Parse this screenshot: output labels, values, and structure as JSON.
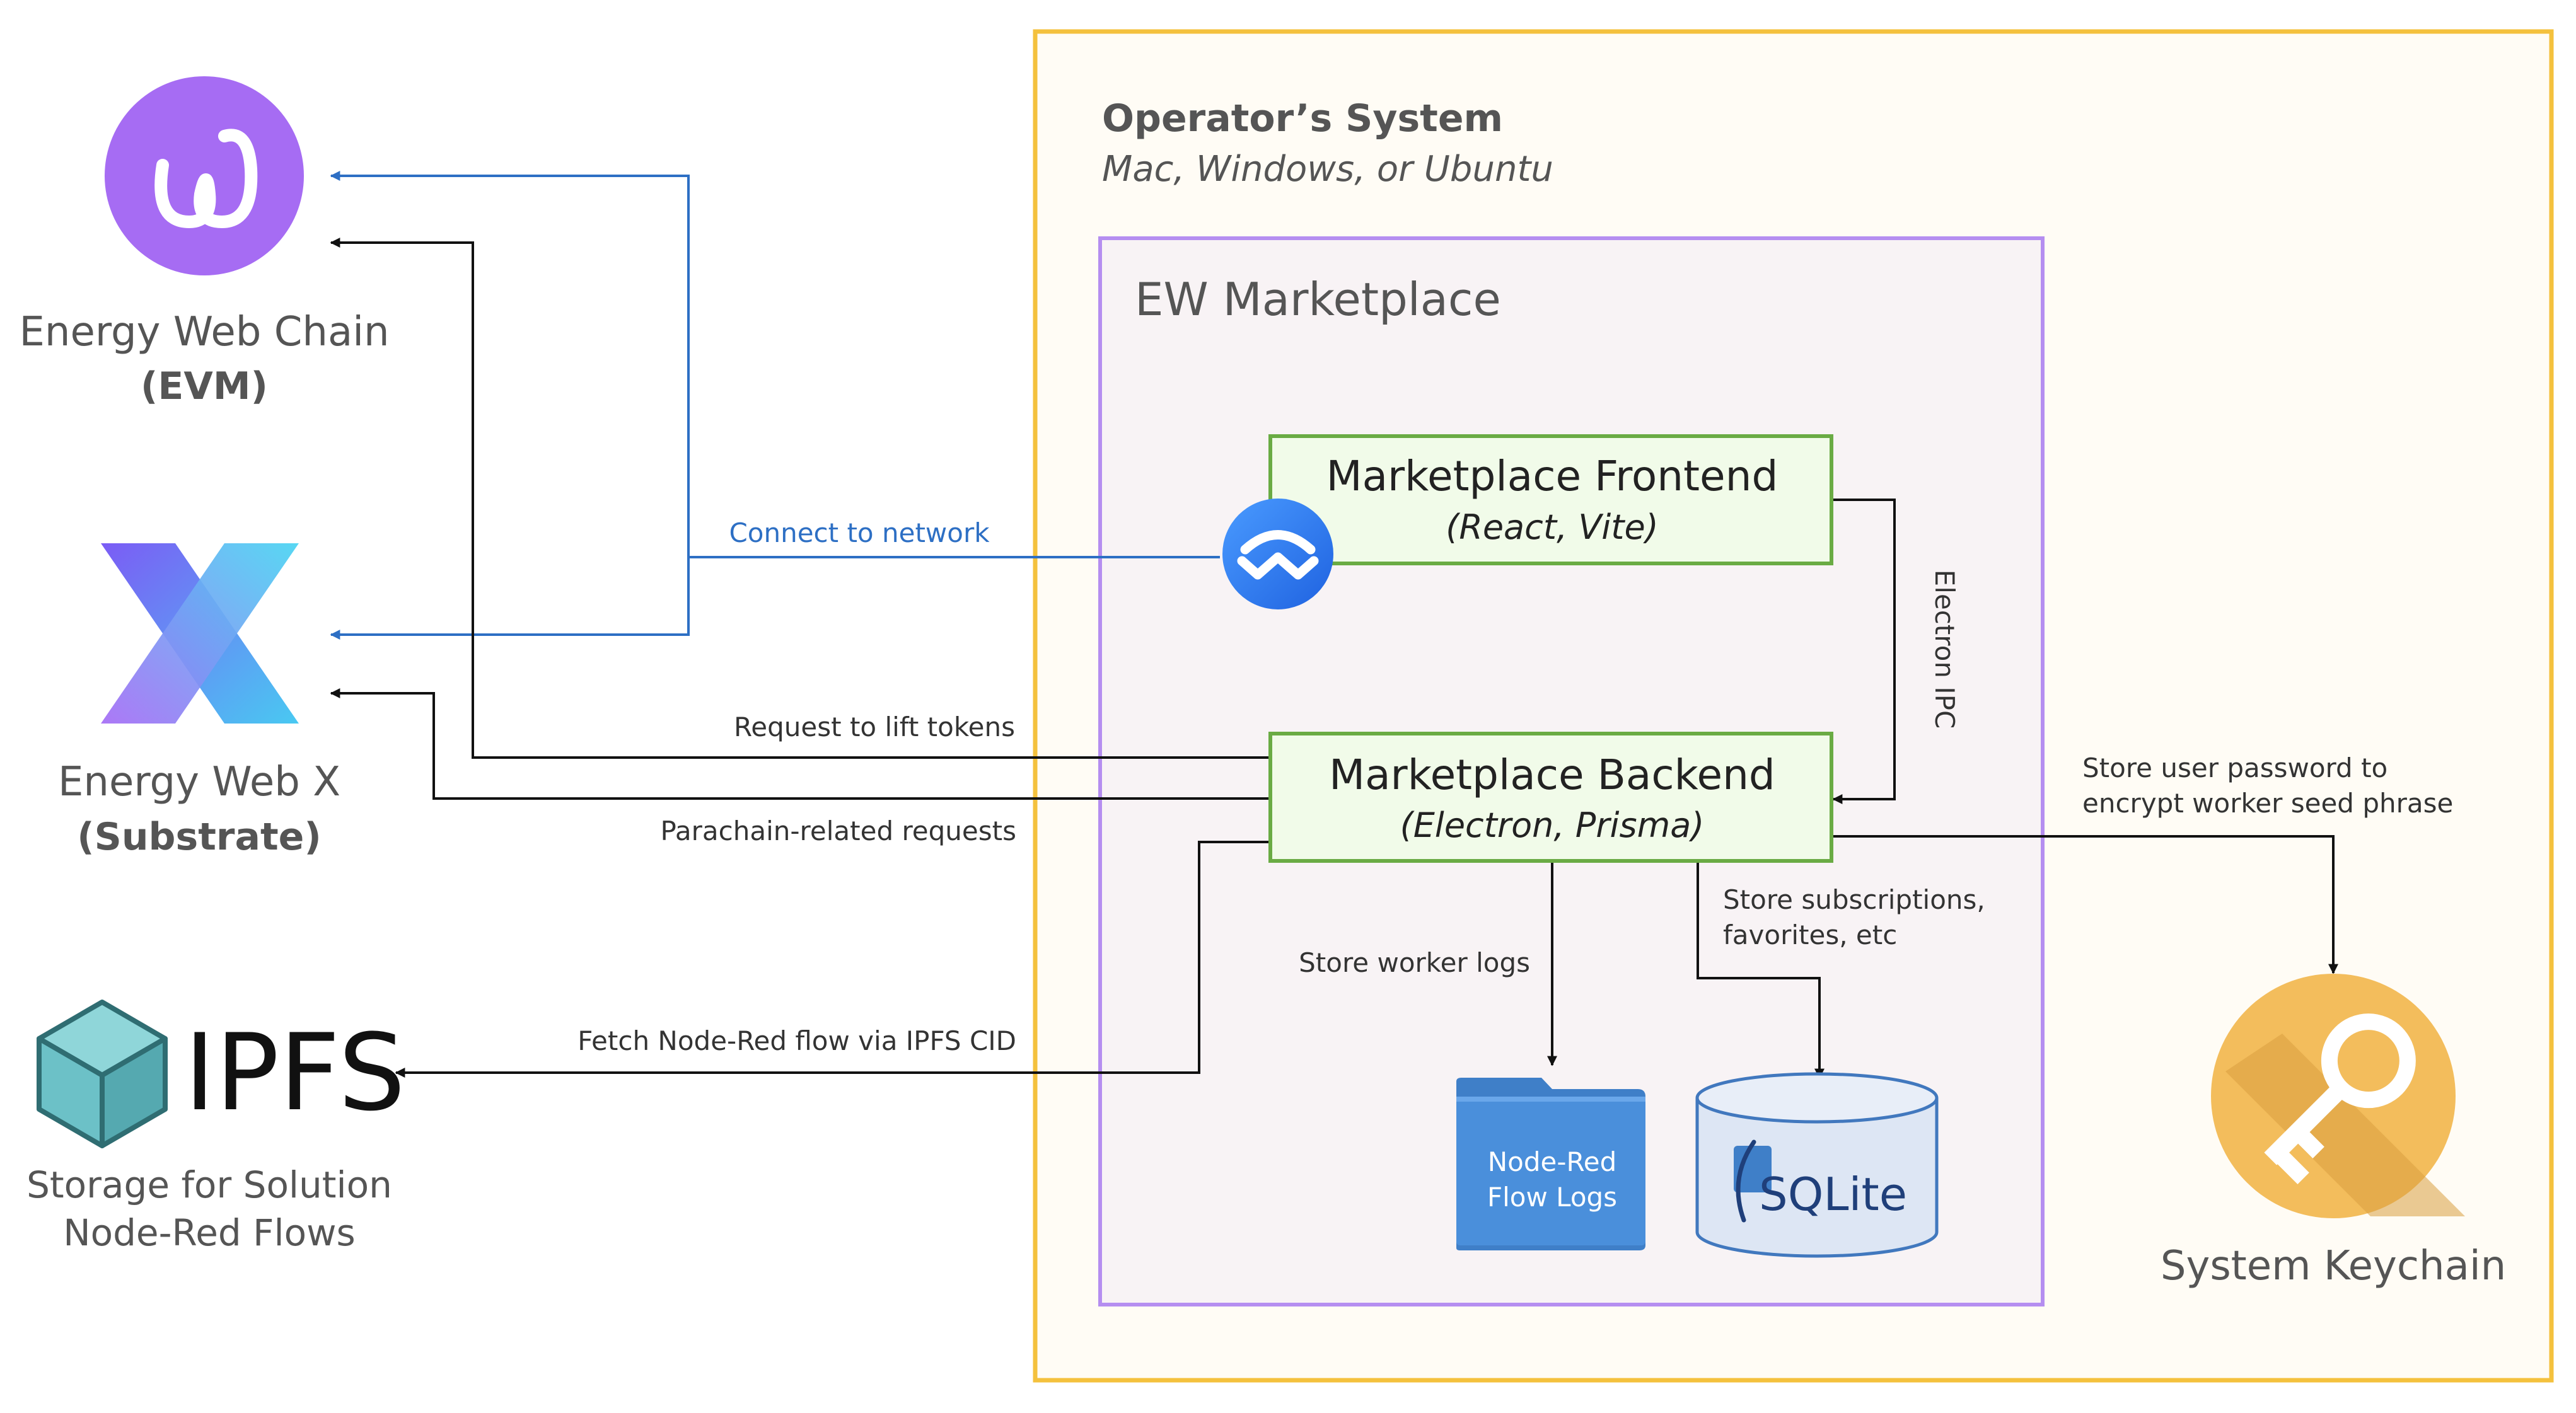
{
  "operator": {
    "title": "Operator’s System",
    "subtitle": "Mac, Windows, or Ubuntu"
  },
  "marketplace": {
    "title": "EW Marketplace"
  },
  "frontend": {
    "title": "Marketplace Frontend",
    "tech": "(React, Vite)"
  },
  "backend": {
    "title": "Marketplace Backend",
    "tech": "(Electron, Prisma)"
  },
  "evm": {
    "name": "Energy Web Chain",
    "sub": "(EVM)"
  },
  "ewx": {
    "name": "Energy Web X",
    "sub": "(Substrate)"
  },
  "ipfs": {
    "logo_text": "IPFS",
    "caption_line1": "Storage for Solution",
    "caption_line2": "Node-Red Flows"
  },
  "keychain": {
    "label": "System Keychain"
  },
  "logs": {
    "line1": "Node-Red",
    "line2": "Flow Logs"
  },
  "sqlite": {
    "label": "SQLite"
  },
  "edges": {
    "connect": "Connect to network",
    "lift": "Request to lift tokens",
    "parachain": "Parachain-related requests",
    "ipfs_fetch": "Fetch Node-Red flow via IPFS CID",
    "ipc": "Electron IPC",
    "worker_logs": "Store worker logs",
    "subs_line1": "Store subscriptions,",
    "subs_line2": "favorites, etc",
    "keychain_line1": "Store user password to",
    "keychain_line2": "encrypt worker seed phrase"
  },
  "colors": {
    "operator_border": "#f4c13d",
    "operator_fill": "#fffcf5",
    "marketplace_border": "#b58ef0",
    "marketplace_fill": "#f8f3f5",
    "component_border": "#6aab44",
    "component_fill": "#f1fbe9",
    "blue_link": "#2d6fc4",
    "arrow": "#111111",
    "ewc_purple": "#a66cf3",
    "keychain_orange": "#f3bd5c",
    "folder_blue": "#4a8fdb",
    "ipfs_teal": "#6cc1c7"
  },
  "icons": [
    "energy-web-chain-logo",
    "energy-web-x-logo",
    "ipfs-cube-logo",
    "walletconnect-icon",
    "folder-icon",
    "database-icon",
    "sqlite-feather-icon",
    "key-icon"
  ]
}
